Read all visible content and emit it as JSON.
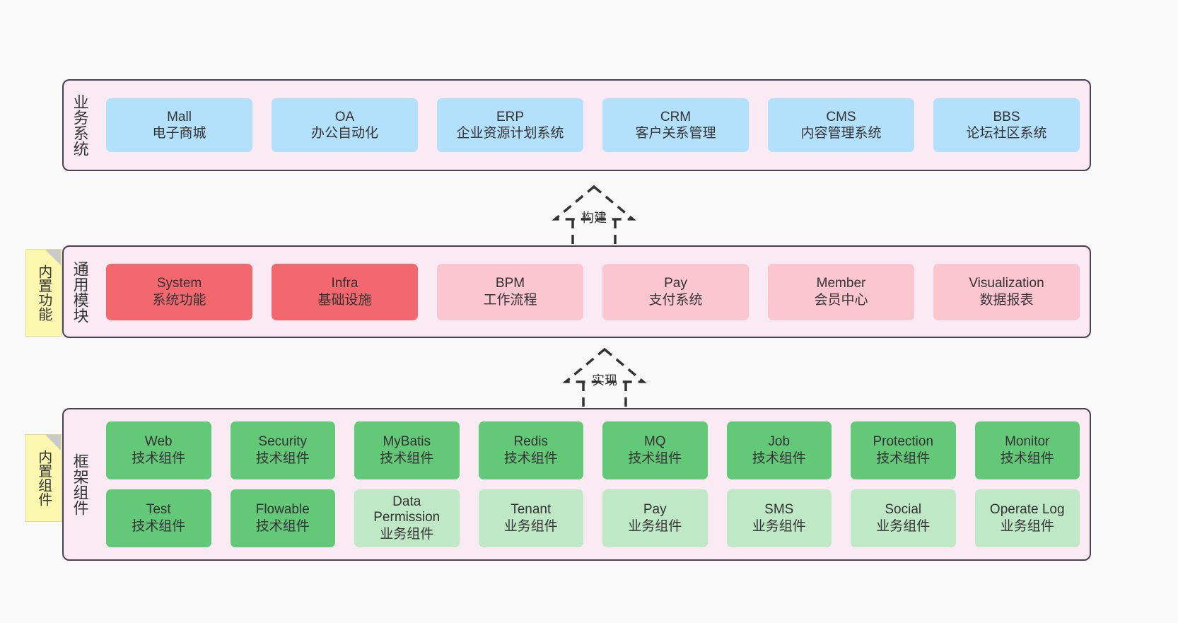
{
  "background": "#f9f9f9",
  "palette": {
    "panel_bg": "#f9eaf4",
    "panel_border": "#4a4050",
    "blue": "#b3e0fb",
    "red": "#f2686e",
    "pink": "#fbc6d0",
    "green": "#63c878",
    "light_green": "#bfe8c6",
    "sticky_yellow": "#fcf7ae",
    "text": "#333333"
  },
  "layers": [
    {
      "id": "business-systems",
      "label": "业务系统",
      "rows": [
        {
          "boxes": [
            {
              "name": "Mall",
              "desc": "电子商城",
              "color": "blue"
            },
            {
              "name": "OA",
              "desc": "办公自动化",
              "color": "blue"
            },
            {
              "name": "ERP",
              "desc": "企业资源计划系统",
              "color": "blue"
            },
            {
              "name": "CRM",
              "desc": "客户关系管理",
              "color": "blue"
            },
            {
              "name": "CMS",
              "desc": "内容管理系统",
              "color": "blue"
            },
            {
              "name": "BBS",
              "desc": "论坛社区系统",
              "color": "blue"
            }
          ]
        }
      ]
    },
    {
      "id": "common-modules",
      "label": "通用模块",
      "sticky": "内置功能",
      "rows": [
        {
          "boxes": [
            {
              "name": "System",
              "desc": "系统功能",
              "color": "red"
            },
            {
              "name": "Infra",
              "desc": "基础设施",
              "color": "red"
            },
            {
              "name": "BPM",
              "desc": "工作流程",
              "color": "pink"
            },
            {
              "name": "Pay",
              "desc": "支付系统",
              "color": "pink"
            },
            {
              "name": "Member",
              "desc": "会员中心",
              "color": "pink"
            },
            {
              "name": "Visualization",
              "desc": "数据报表",
              "color": "pink"
            }
          ]
        }
      ]
    },
    {
      "id": "framework-components",
      "label": "框架组件",
      "sticky": "内置组件",
      "rows": [
        {
          "boxes": [
            {
              "name": "Web",
              "desc": "技术组件",
              "color": "green"
            },
            {
              "name": "Security",
              "desc": "技术组件",
              "color": "green"
            },
            {
              "name": "MyBatis",
              "desc": "技术组件",
              "color": "green"
            },
            {
              "name": "Redis",
              "desc": "技术组件",
              "color": "green"
            },
            {
              "name": "MQ",
              "desc": "技术组件",
              "color": "green"
            },
            {
              "name": "Job",
              "desc": "技术组件",
              "color": "green"
            },
            {
              "name": "Protection",
              "desc": "技术组件",
              "color": "green"
            },
            {
              "name": "Monitor",
              "desc": "技术组件",
              "color": "green"
            }
          ]
        },
        {
          "boxes": [
            {
              "name": "Test",
              "desc": "技术组件",
              "color": "green"
            },
            {
              "name": "Flowable",
              "desc": "技术组件",
              "color": "green"
            },
            {
              "name": "Data Permission",
              "desc": "业务组件",
              "color": "lightgreen"
            },
            {
              "name": "Tenant",
              "desc": "业务组件",
              "color": "lightgreen"
            },
            {
              "name": "Pay",
              "desc": "业务组件",
              "color": "lightgreen"
            },
            {
              "name": "SMS",
              "desc": "业务组件",
              "color": "lightgreen"
            },
            {
              "name": "Social",
              "desc": "业务组件",
              "color": "lightgreen"
            },
            {
              "name": "Operate Log",
              "desc": "业务组件",
              "color": "lightgreen"
            }
          ]
        }
      ]
    }
  ],
  "connectors": [
    {
      "id": "build",
      "label": "构建",
      "style": "dashed-hollow-triangle",
      "direction": "up"
    },
    {
      "id": "implement",
      "label": "实现",
      "style": "dashed-hollow-triangle",
      "direction": "up"
    }
  ]
}
